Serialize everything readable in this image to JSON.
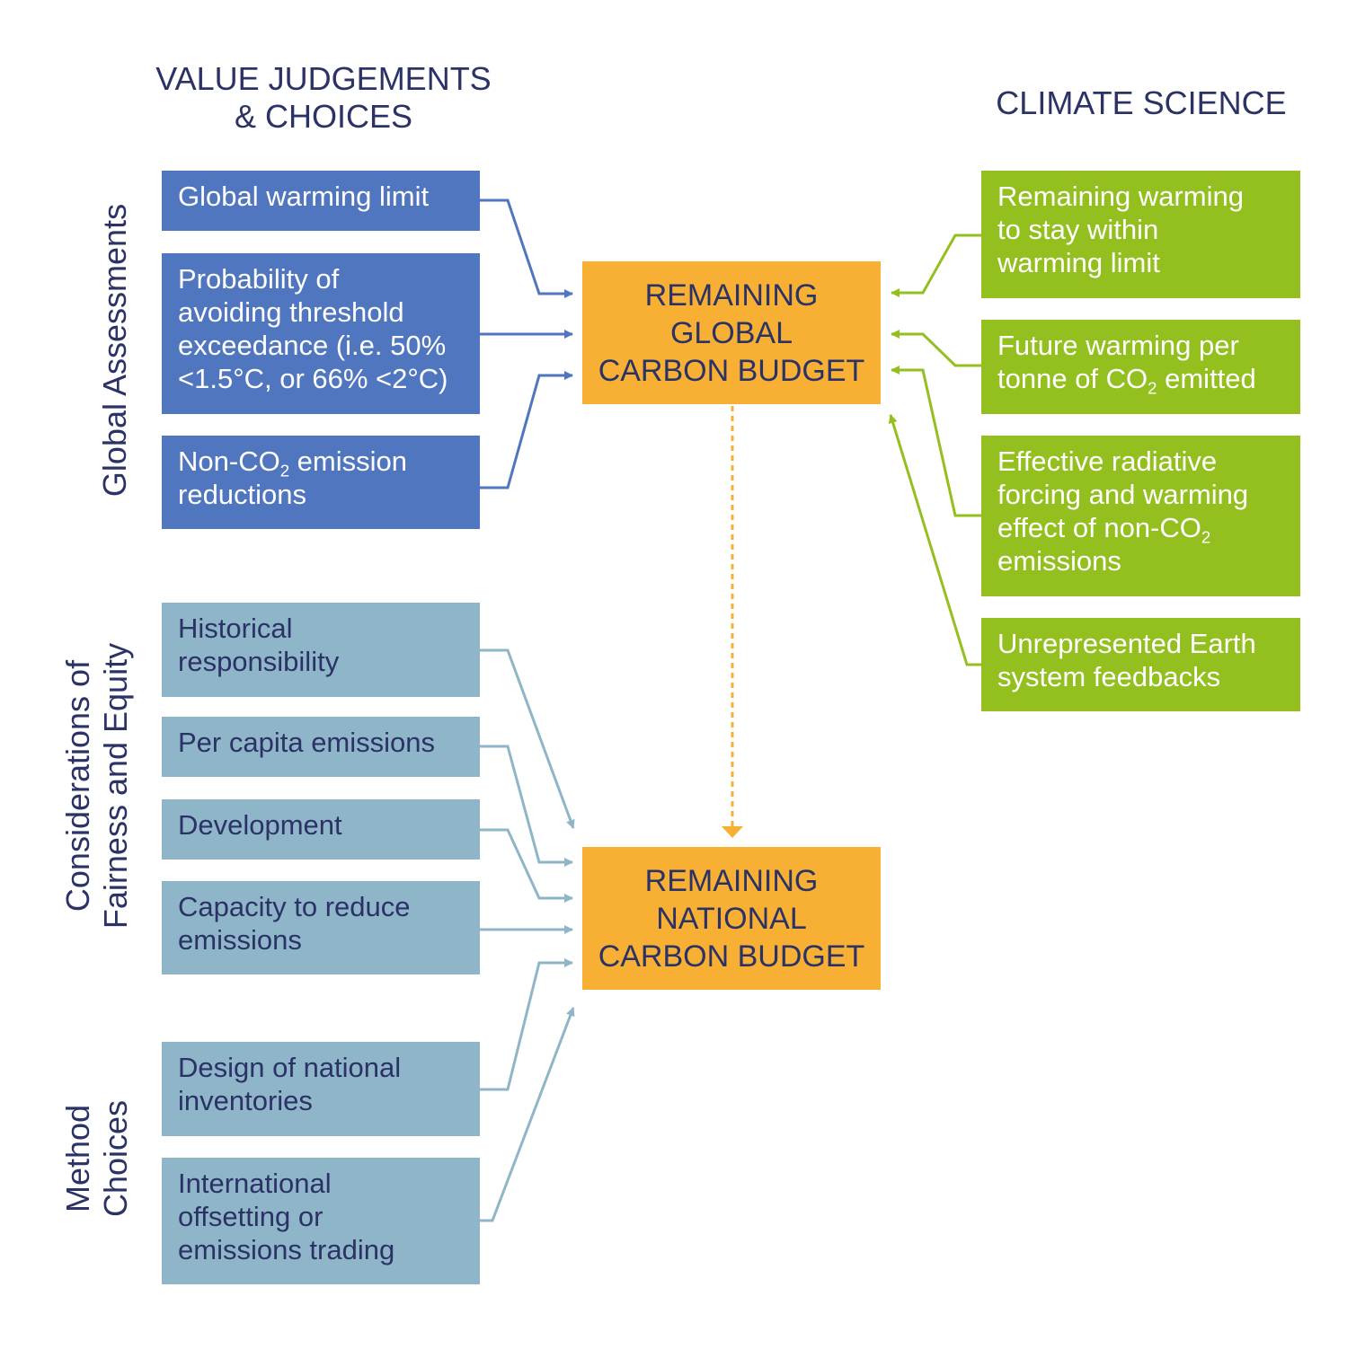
{
  "headings": {
    "value_judgements": [
      "VALUE JUDGEMENTS",
      "& CHOICES"
    ],
    "climate_science": "CLIMATE SCIENCE"
  },
  "side_labels": {
    "global_assessments": [
      "Global Assessments"
    ],
    "fairness_equity": [
      "Considerations of",
      "Fairness and Equity"
    ],
    "method_choices": [
      "Method",
      "Choices"
    ]
  },
  "global_inputs": [
    {
      "lines": [
        "Global warming limit"
      ]
    },
    {
      "lines": [
        "Probability of",
        "avoiding threshold",
        "exceedance (i.e. 50%",
        "<1.5°C, or 66% <2°C)"
      ]
    },
    {
      "line1_pre": "Non-CO",
      "line1_sub": "2",
      "line1_post": " emission",
      "line2": "reductions"
    }
  ],
  "fairness_inputs": [
    {
      "lines": [
        "Historical",
        "responsibility"
      ]
    },
    {
      "lines": [
        "Per capita emissions"
      ]
    },
    {
      "lines": [
        "Development"
      ]
    },
    {
      "lines": [
        "Capacity to reduce",
        "emissions"
      ]
    }
  ],
  "method_inputs": [
    {
      "lines": [
        "Design of national",
        "inventories"
      ]
    },
    {
      "lines": [
        "International",
        "offsetting or",
        "emissions trading"
      ]
    }
  ],
  "science_inputs": [
    {
      "lines": [
        "Remaining warming",
        "to stay within",
        "warming limit"
      ]
    },
    {
      "line1": "Future warming per",
      "line2_pre": "tonne of CO",
      "line2_sub": "2",
      "line2_post": " emitted"
    },
    {
      "line1": "Effective radiative",
      "line2": "forcing and warming",
      "line3_pre": "effect of non-CO",
      "line3_sub": "2",
      "line4": "emissions"
    },
    {
      "lines": [
        "Unrepresented Earth",
        "system feedbacks"
      ]
    }
  ],
  "outputs": {
    "global_budget": [
      "REMAINING",
      "GLOBAL",
      "CARBON BUDGET"
    ],
    "national_budget": [
      "REMAINING",
      "NATIONAL",
      "CARBON BUDGET"
    ]
  },
  "colors": {
    "global_blue": "#4f76be",
    "fairness_blue": "#8fb5c9",
    "science_green": "#93c01f",
    "budget_orange": "#f7b034",
    "text_navy": "#2b3266"
  }
}
